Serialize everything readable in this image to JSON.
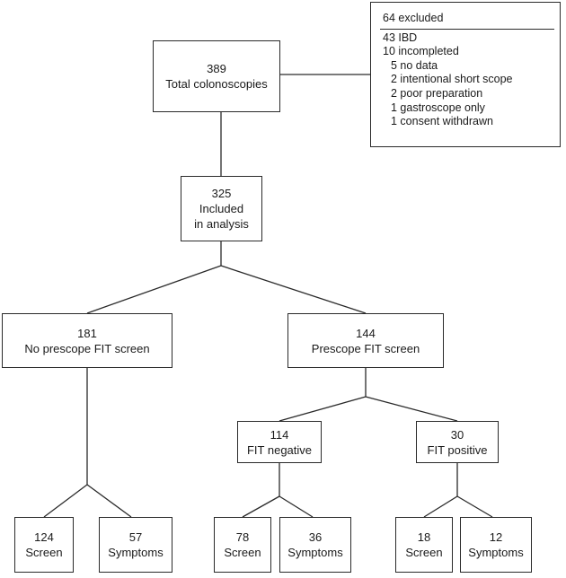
{
  "total": {
    "count": "389",
    "label": "Total colonoscopies"
  },
  "excluded": {
    "title": "64 excluded",
    "items": [
      {
        "text": "43 IBD",
        "indent": false
      },
      {
        "text": "10 incompleted",
        "indent": false
      },
      {
        "text": "5 no data",
        "indent": true
      },
      {
        "text": "2 intentional short scope",
        "indent": true
      },
      {
        "text": "2 poor preparation",
        "indent": true
      },
      {
        "text": "1 gastroscope only",
        "indent": true
      },
      {
        "text": "1 consent withdrawn",
        "indent": true
      }
    ]
  },
  "included": {
    "count": "325",
    "line1": "Included",
    "line2": "in analysis"
  },
  "no_prescope": {
    "count": "181",
    "label": "No prescope FIT screen"
  },
  "prescope": {
    "count": "144",
    "label": "Prescope FIT screen"
  },
  "fit_negative": {
    "count": "114",
    "label": "FIT negative"
  },
  "fit_positive": {
    "count": "30",
    "label": "FIT positive"
  },
  "leaves": {
    "no_prescope_screen": {
      "count": "124",
      "label": "Screen"
    },
    "no_prescope_symptoms": {
      "count": "57",
      "label": "Symptoms"
    },
    "fit_neg_screen": {
      "count": "78",
      "label": "Screen"
    },
    "fit_neg_symptoms": {
      "count": "36",
      "label": "Symptoms"
    },
    "fit_pos_screen": {
      "count": "18",
      "label": "Screen"
    },
    "fit_pos_symptoms": {
      "count": "12",
      "label": "Symptoms"
    }
  }
}
